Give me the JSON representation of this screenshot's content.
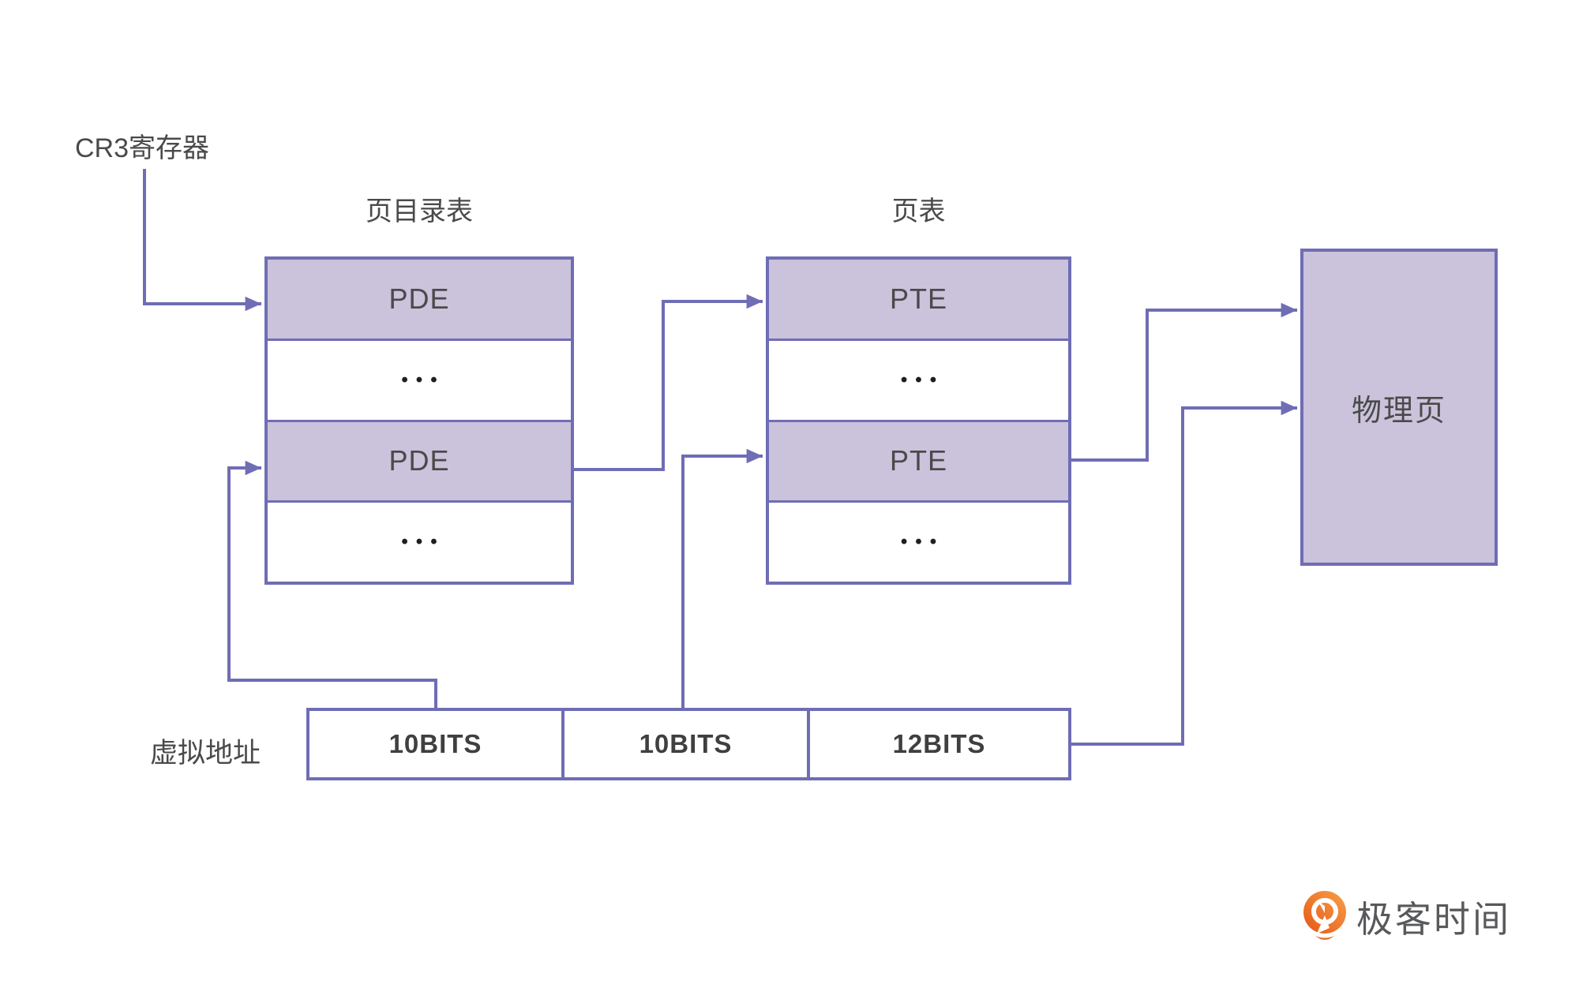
{
  "colors": {
    "line_purple": "#6f6db4",
    "cell_lavender": "#cbc2dc",
    "text_dark": "#4a4a4a",
    "dots_dark": "#1f1f1f",
    "logo_orange_dark": "#e65715",
    "logo_orange_light": "#f7a04a",
    "logo_text_gray": "#58595b"
  },
  "cr3": {
    "label": "CR3寄存器"
  },
  "page_directory_table": {
    "title": "页目录表",
    "rows": [
      {
        "label": "PDE"
      },
      {
        "label": "•••"
      },
      {
        "label": "PDE"
      },
      {
        "label": "•••"
      }
    ]
  },
  "page_table": {
    "title": "页表",
    "rows": [
      {
        "label": "PTE"
      },
      {
        "label": "•••"
      },
      {
        "label": "PTE"
      },
      {
        "label": "•••"
      }
    ]
  },
  "physical_page": {
    "label": "物理页"
  },
  "virtual_address": {
    "label": "虚拟地址",
    "cells": [
      {
        "label": "10BITS"
      },
      {
        "label": "10BITS"
      },
      {
        "label": "12BITS"
      }
    ]
  },
  "footer_logo": {
    "text": "极客时间"
  }
}
